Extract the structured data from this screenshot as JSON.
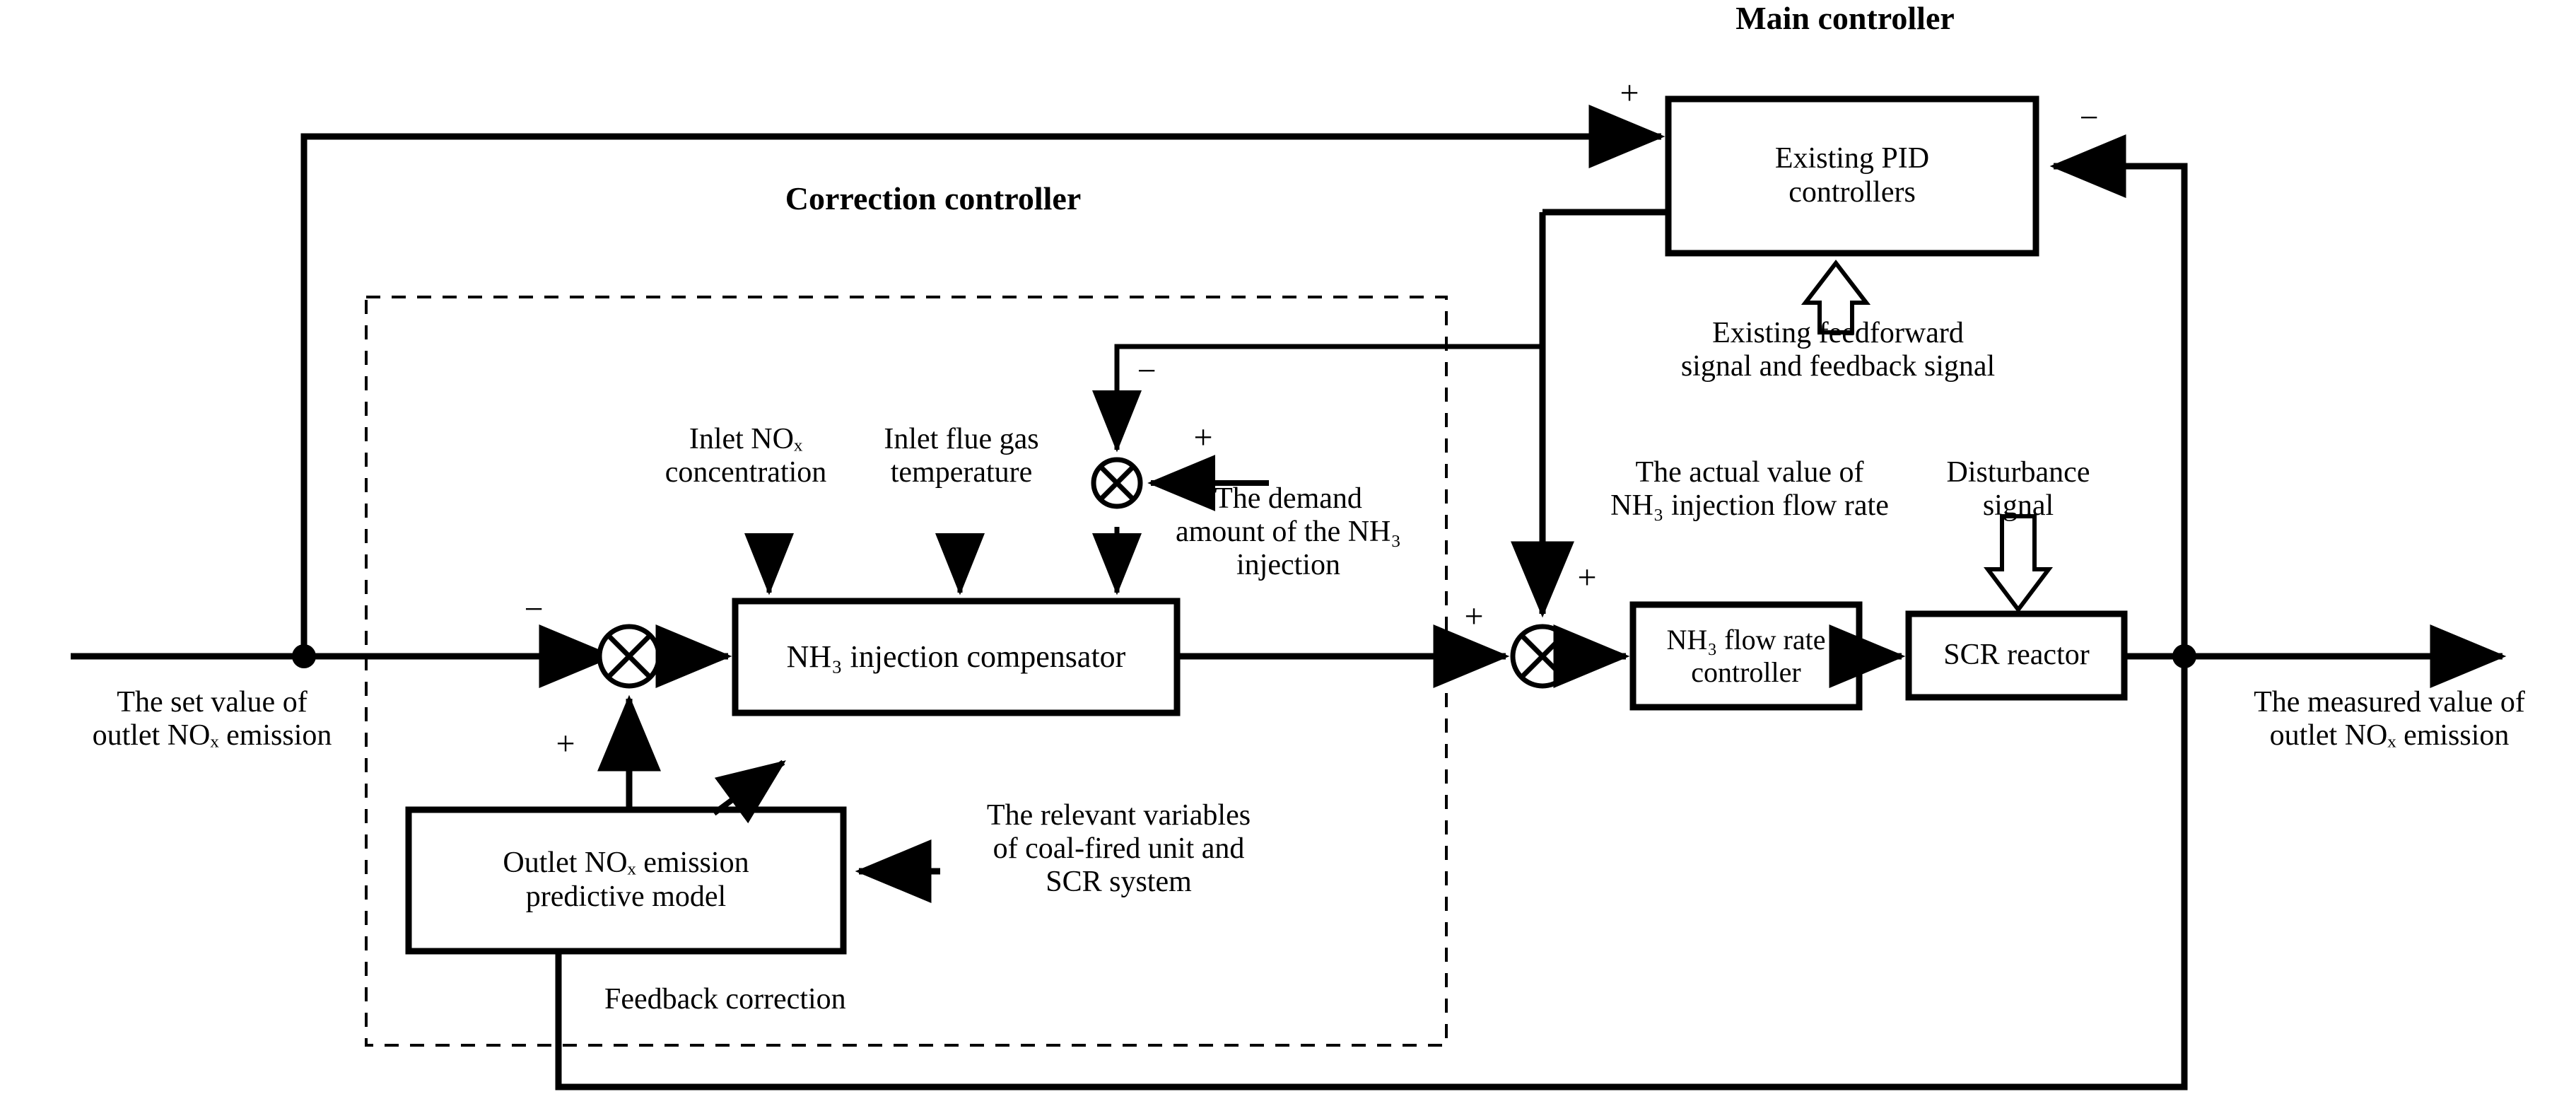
{
  "titles": {
    "main_controller": "Main controller",
    "correction_controller": "Correction controller"
  },
  "blocks": {
    "pid": {
      "label": "Existing PID\ncontrollers"
    },
    "compensator": {
      "label": "NH₃ injection compensator"
    },
    "flow_controller": {
      "label": "NH₃ flow rate\ncontroller"
    },
    "scr_reactor": {
      "label": "SCR reactor"
    },
    "predictive_model": {
      "label": "Outlet NOₓ emission\npredictive model"
    }
  },
  "labels": {
    "set_value": "The set value of\noutlet NOₓ emission",
    "measured_value": "The measured value of\noutlet NOₓ emission",
    "inlet_nox": "Inlet NOₓ\nconcentration",
    "inlet_flue_gas": "Inlet flue gas\ntemperature",
    "demand_amount": "The demand\namount of the NH₃\ninjection",
    "existing_signals": "Existing feedforward\nsignal and feedback signal",
    "actual_value": "The actual value of\nNH₃ injection flow rate",
    "disturbance": "Disturbance\nsignal",
    "relevant_variables": "The relevant variables\nof coal-fired unit and\nSCR system",
    "feedback_correction": "Feedback correction"
  },
  "signs": {
    "pid_plus": "+",
    "pid_minus": "−",
    "corr_minus": "−",
    "corr_plus": "+",
    "demand_plus": "+",
    "demand_minus": "−",
    "sum3_plus_left": "+",
    "sum3_plus_top": "+"
  },
  "colors": {
    "stroke": "#000000",
    "background": "#ffffff"
  }
}
